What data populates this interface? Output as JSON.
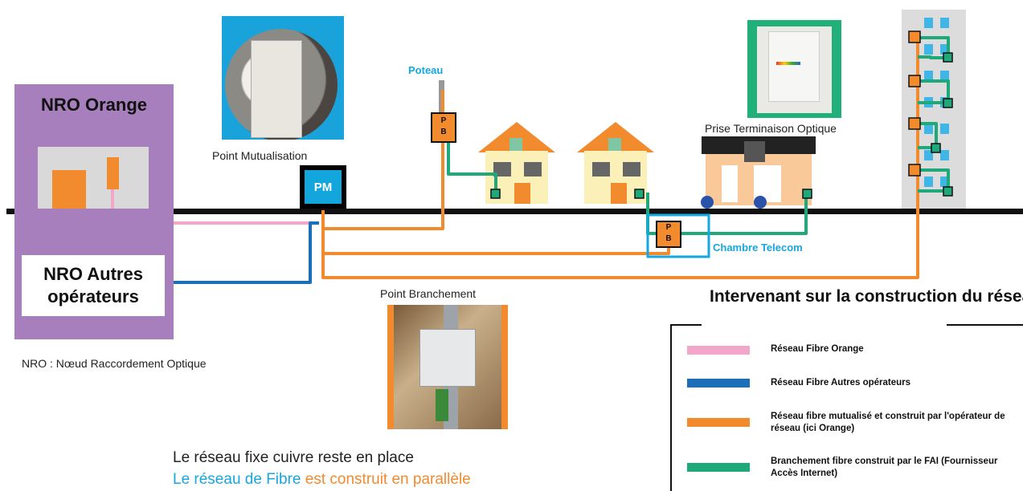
{
  "nro": {
    "orange_title": "NRO Orange",
    "autres_title": "NRO Autres opérateurs",
    "caption": "NRO : Nœud Raccordement Optique"
  },
  "labels": {
    "point_mutualisation": "Point Mutualisation",
    "pm": "PM",
    "poteau": "Poteau",
    "pb": "P B",
    "prise_terminaison": "Prise Terminaison Optique",
    "chambre_telecom": "Chambre Telecom",
    "point_branchement": "Point Branchement"
  },
  "legend": {
    "title": "Intervenant sur la construction du réseau",
    "items": [
      {
        "label": "Réseau Fibre Orange",
        "color": "#f2a6c9"
      },
      {
        "label": "Réseau Fibre Autres opérateurs",
        "color": "#1a6fb8"
      },
      {
        "label": "Réseau fibre mutualisé et construit par l'opérateur de réseau (ici Orange)",
        "color": "#f28a2e"
      },
      {
        "label": "Branchement fibre construit par le FAI (Fournisseur Accès Internet)",
        "color": "#1fa87a"
      }
    ]
  },
  "bottom": {
    "line1": "Le réseau fixe cuivre reste en place",
    "line2_blue": "Le réseau de Fibre",
    "line2_orange": "est construit en parallèle"
  },
  "colors": {
    "orange": "#f28a2e",
    "pink": "#f2a6c9",
    "blue": "#1a6fb8",
    "green": "#1fa87a",
    "cyan": "#14a7e0",
    "purple": "#a77fbd"
  }
}
